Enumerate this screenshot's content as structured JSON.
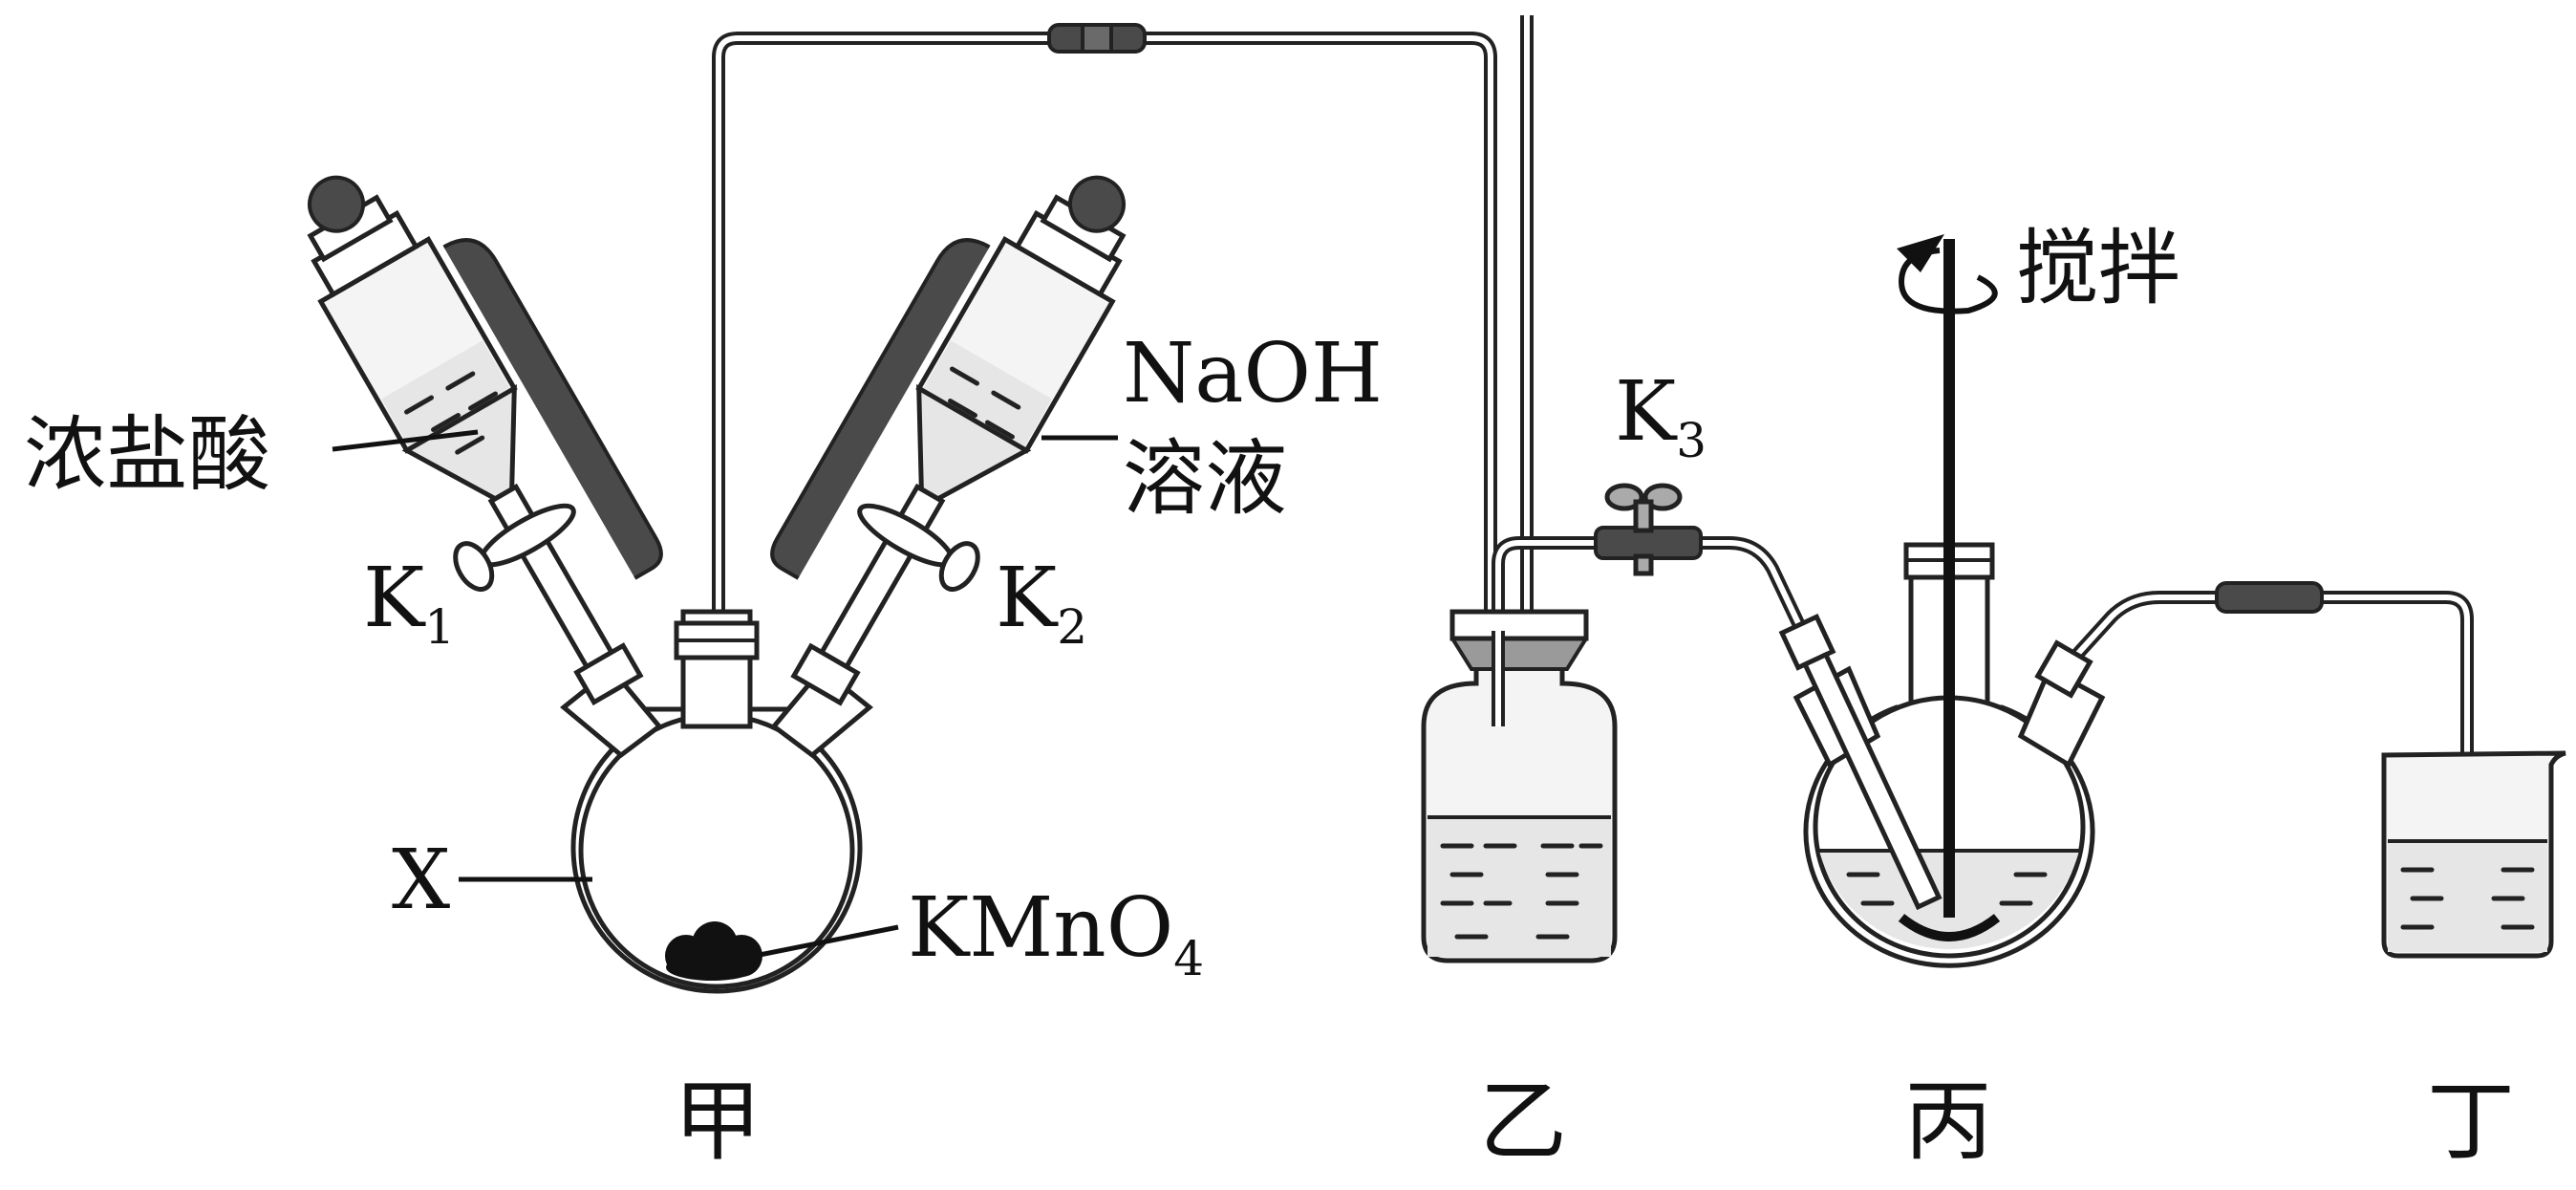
{
  "labels": {
    "conc_hcl": "浓盐酸",
    "k1_main": "K",
    "k1_sub": "1",
    "k2_main": "K",
    "k2_sub": "2",
    "k3_main": "K",
    "k3_sub": "3",
    "naoh": "NaOH",
    "solution": "溶液",
    "flask_x": "X",
    "kmno4_main": "KMnO",
    "kmno4_sub": "4",
    "stir": "搅拌"
  },
  "captions": {
    "jia": "甲",
    "yi": "乙",
    "bing": "丙",
    "ding": "丁"
  },
  "colors": {
    "outline": "#222222",
    "rubber": "#4a4a4a",
    "liquid": "#e6e6e6",
    "background": "#ffffff"
  }
}
